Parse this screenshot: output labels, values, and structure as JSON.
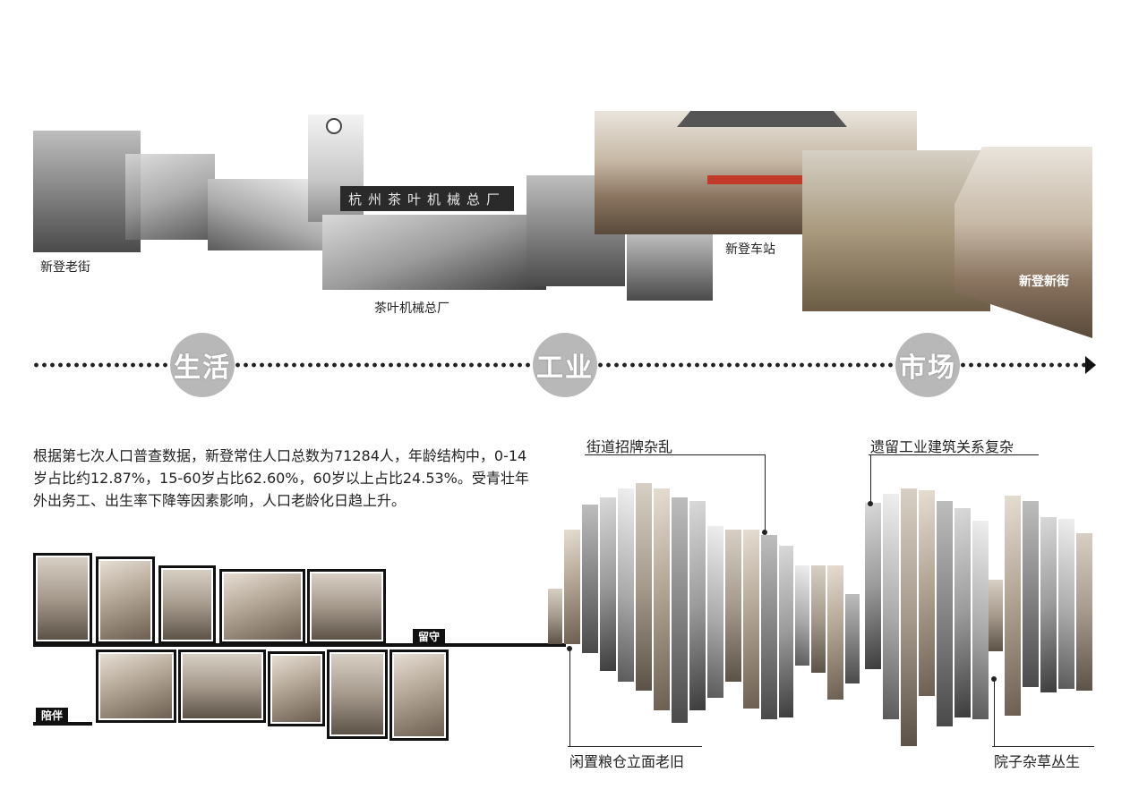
{
  "top_labels": {
    "old_street": "新登老街",
    "factory": "茶叶机械总厂",
    "station": "新登车站",
    "new_street": "新登新街"
  },
  "factory_sign": "杭州茶叶机械总厂",
  "timeline": {
    "stages": [
      "生活",
      "工业",
      "市场"
    ]
  },
  "paragraph": "根据第七次人口普查数据，新登常住人口总数为71284人，年龄结构中，0-14岁占比约12.87%，15-60岁占比62.60%，60岁以上占比24.53%。受青壮年外出务工、出生率下降等因素影响，人口老龄化日趋上升。",
  "photo_tags": {
    "stay": "留守",
    "company": "陪伴"
  },
  "callouts": {
    "signs": "街道招牌杂乱",
    "industrial": "遗留工业建筑关系复杂",
    "granary": "闲置粮仓立面老旧",
    "weeds": "院子杂草丛生"
  }
}
